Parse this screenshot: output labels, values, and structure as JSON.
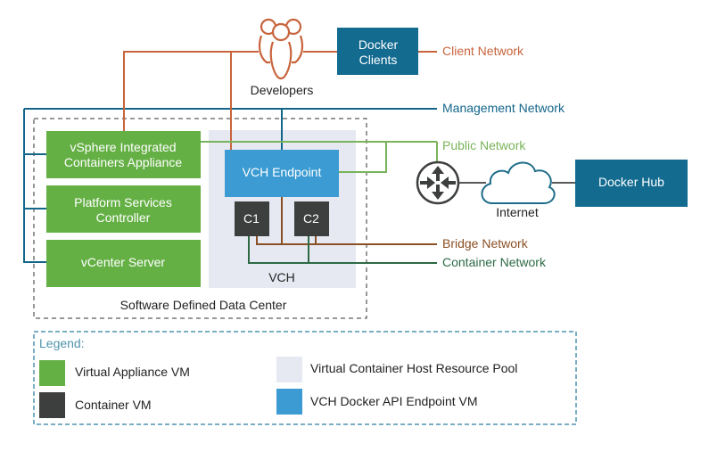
{
  "colors": {
    "client": "#c8643c",
    "management": "#13668a",
    "public": "#79b35a",
    "bridge": "#8a4f24",
    "container": "#2d6a44",
    "appliance": "#65b045",
    "container_vm": "#3c3f3e",
    "resource_pool": "#e6e9f2",
    "endpoint": "#3b9bd2",
    "docker_box": "#136b90",
    "legend_border": "#4e94ad",
    "legend_title": "#4e94ad"
  },
  "top": {
    "developers_label": "Developers",
    "docker_clients_line1": "Docker",
    "docker_clients_line2": "Clients"
  },
  "networks": {
    "client": "Client Network",
    "management": "Management Network",
    "public": "Public Network",
    "bridge": "Bridge Network",
    "container": "Container Network"
  },
  "sddc": {
    "label": "Software Defined Data Center",
    "appliances": [
      {
        "line1": "vSphere Integrated",
        "line2": "Containers Appliance"
      },
      {
        "line1": "Platform Services",
        "line2": "Controller"
      },
      {
        "line1": "vCenter Server",
        "line2": ""
      }
    ],
    "vch": {
      "label": "VCH",
      "endpoint": "VCH Endpoint",
      "containers": [
        "C1",
        "C2"
      ]
    }
  },
  "internet": {
    "label": "Internet",
    "docker_hub": "Docker Hub"
  },
  "legend": {
    "title": "Legend:",
    "items": [
      {
        "label": "Virtual Appliance VM"
      },
      {
        "label": "Container VM"
      },
      {
        "label": "Virtual Container Host Resource Pool"
      },
      {
        "label": "VCH Docker API Endpoint VM"
      }
    ]
  }
}
